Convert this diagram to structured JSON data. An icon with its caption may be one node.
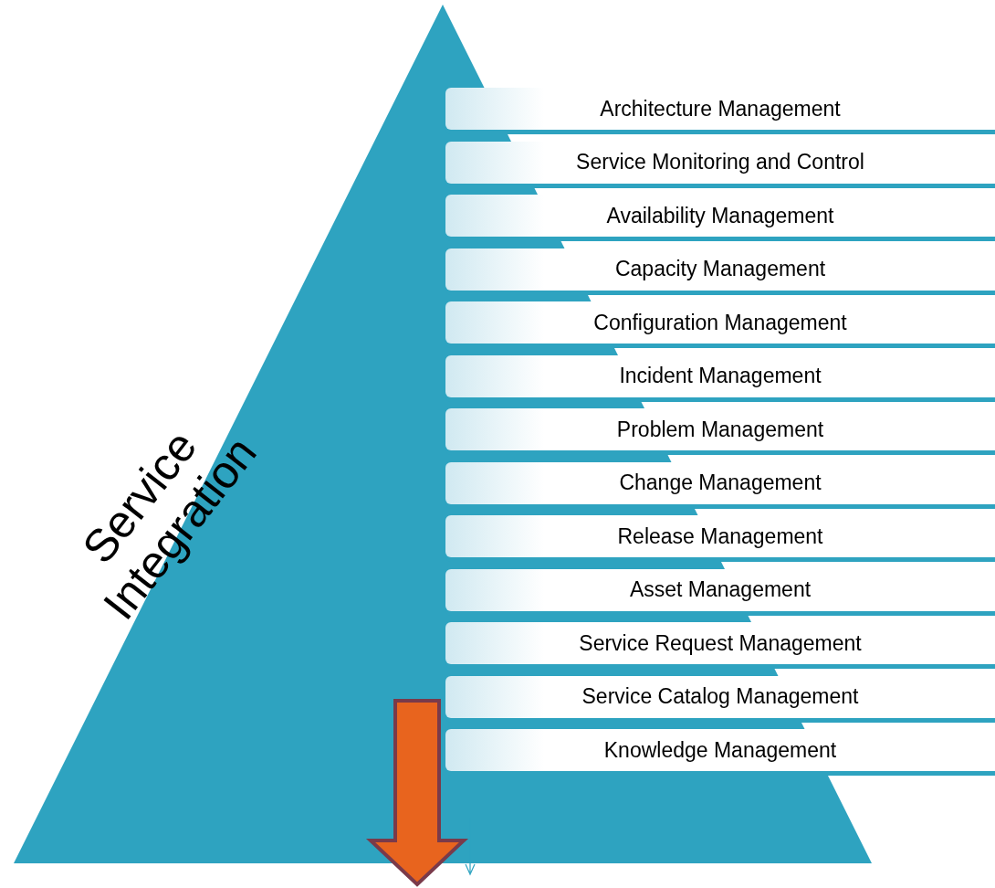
{
  "diagram": {
    "nodes": [
      {
        "text": [
          "Service Integration"
        ]
      },
      {
        "text": [
          "Architecture Management"
        ]
      },
      {
        "text": [
          "Service Monitoring and Control"
        ]
      },
      {
        "text": [
          "Availability Management"
        ]
      },
      {
        "text": [
          "Capacity Management"
        ]
      },
      {
        "text": [
          "Configuration Management"
        ]
      },
      {
        "text": [
          "Incident Management"
        ]
      },
      {
        "text": [
          "Problem Management"
        ]
      },
      {
        "text": [
          "Change Management"
        ]
      },
      {
        "text": [
          "Release Management"
        ]
      },
      {
        "text": [
          "Asset Management"
        ]
      },
      {
        "text": [
          "Service Request Management"
        ]
      },
      {
        "text": [
          "Service Catalog Management"
        ]
      },
      {
        "text": [
          "Knowledge Management"
        ]
      }
    ]
  }
}
